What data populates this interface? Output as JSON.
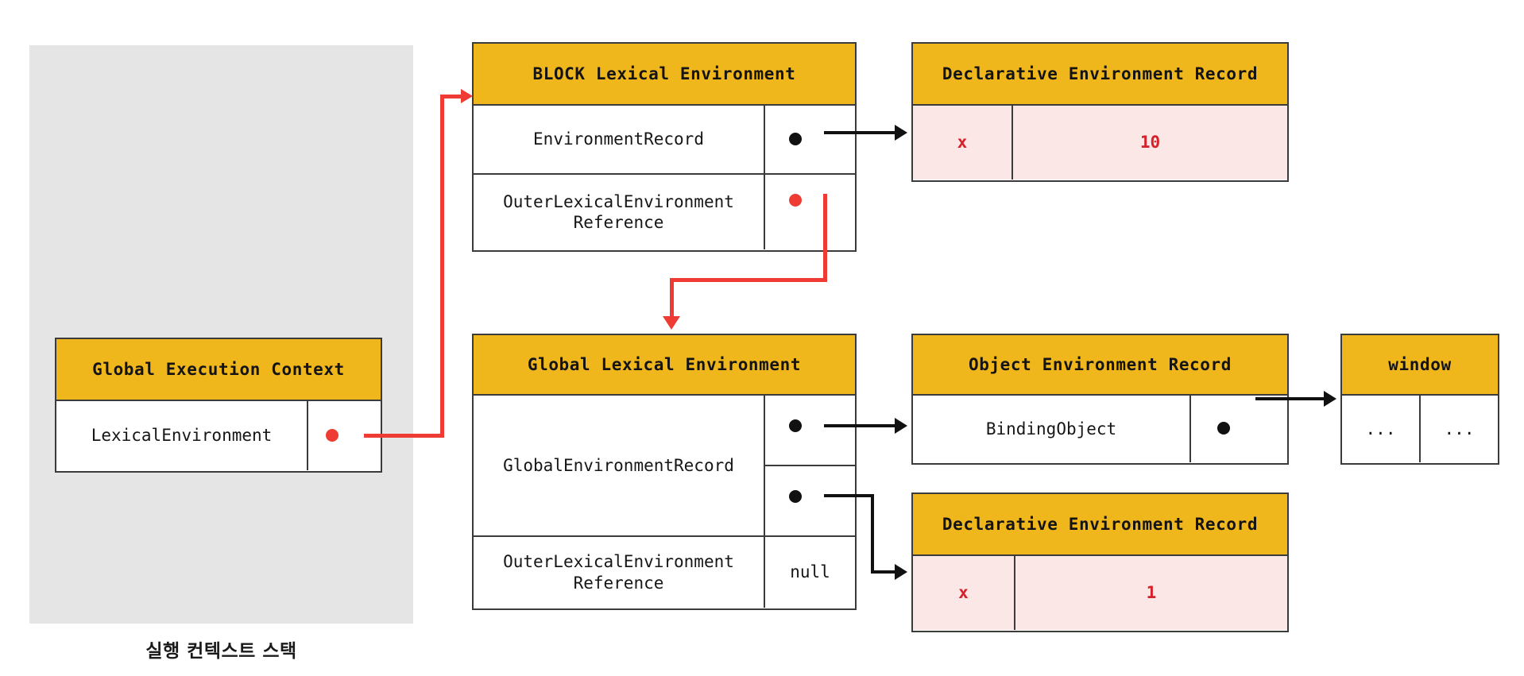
{
  "stack": {
    "caption": "실행 컨텍스트 스택"
  },
  "colors": {
    "header_yellow": "#f0b71d",
    "panel_gray": "#e6e5e5",
    "record_pink": "#fce7e7",
    "red_accent": "#ee3b33",
    "red_text": "#d6202a",
    "border_dark": "#3b3b3b"
  },
  "global_execution_context": {
    "title": "Global Execution Context",
    "rows": [
      {
        "label": "LexicalEnvironment",
        "slot": "pointer-red"
      }
    ]
  },
  "block_lexical_environment": {
    "title": "BLOCK Lexical Environment",
    "rows": [
      {
        "label": "EnvironmentRecord",
        "slot": "pointer-black"
      },
      {
        "label": "OuterLexicalEnvironment\nReference",
        "slot": "pointer-red"
      }
    ]
  },
  "block_declarative_record": {
    "title": "Declarative Environment Record",
    "bindings": [
      {
        "name": "x",
        "value": "10"
      }
    ]
  },
  "global_lexical_environment": {
    "title": "Global Lexical Environment",
    "rows": [
      {
        "label": "GlobalEnvironmentRecord",
        "slot": "two-pointers-black"
      },
      {
        "label": "OuterLexicalEnvironment\nReference",
        "slot": "null",
        "value": "null"
      }
    ]
  },
  "object_environment_record": {
    "title": "Object Environment Record",
    "rows": [
      {
        "label": "BindingObject",
        "slot": "pointer-black"
      }
    ]
  },
  "window_object": {
    "title": "window",
    "cells": [
      "...",
      "..."
    ]
  },
  "global_declarative_record": {
    "title": "Declarative Environment Record",
    "bindings": [
      {
        "name": "x",
        "value": "1"
      }
    ]
  }
}
